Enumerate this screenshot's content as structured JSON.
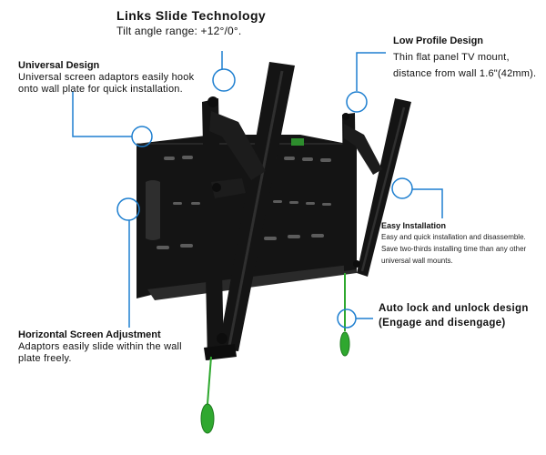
{
  "colors": {
    "callout": "#1e7fd0",
    "pull_cord": "#2fa82f",
    "mount": "#141414"
  },
  "callouts": {
    "links_slide": {
      "title": "Links Slide Technology",
      "desc": "Tilt angle range:  +12°/0°."
    },
    "universal": {
      "title": "Universal Design",
      "desc_1": "Universal  screen adaptors  easily hook",
      "desc_2": "onto wall plate for quick installation."
    },
    "low_profile": {
      "title": "Low Profile Design",
      "desc_1": "Thin flat panel TV mount,",
      "desc_2": "distance from wall 1.6\"(42mm)."
    },
    "easy_install": {
      "title": "Easy Installation",
      "desc_1": "Easy and quick installation and disassemble.",
      "desc_2": "Save two-thirds installing time than any other",
      "desc_3": "universal wall mounts."
    },
    "auto_lock": {
      "title_1": "Auto lock and unlock design",
      "title_2": "(Engage and disengage)"
    },
    "horizontal": {
      "title": "Horizontal Screen Adjustment",
      "desc_1": "Adaptors easily slide within the wall",
      "desc_2": "plate freely."
    }
  }
}
